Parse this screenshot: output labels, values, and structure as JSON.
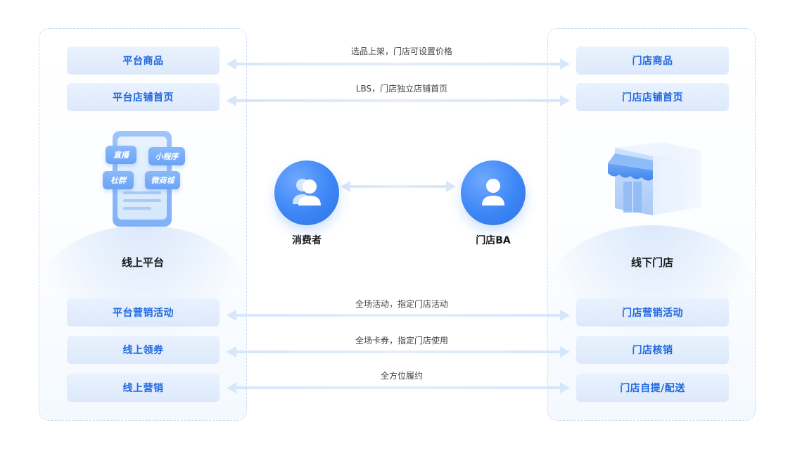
{
  "left_panel": {
    "top_boxes": [
      "平台商品",
      "平台店铺首页"
    ],
    "title": "线上平台",
    "illustration_tags": [
      "直播",
      "小程序",
      "社群",
      "微商城"
    ],
    "bottom_boxes": [
      "平台营销活动",
      "线上领券",
      "线上营销"
    ]
  },
  "right_panel": {
    "top_boxes": [
      "门店商品",
      "门店店铺首页"
    ],
    "title": "线下门店",
    "bottom_boxes": [
      "门店营销活动",
      "门店核销",
      "门店自提/配送"
    ]
  },
  "arrow_labels": [
    "选品上架，门店可设置价格",
    "LBS，门店独立店铺首页",
    "全场活动，指定门店活动",
    "全场卡券，指定门店使用",
    "全方位履约"
  ],
  "center": {
    "consumer_label": "消费者",
    "ba_label": "门店BA",
    "consumer_icon": "users-icon",
    "ba_icon": "user-icon"
  },
  "colors": {
    "accent": "#1f67e0",
    "box_bg": "#e3eefd",
    "arrow": "#cfe0f8",
    "circle": "#3c86f6",
    "panel_border": "#c7dcf6"
  }
}
